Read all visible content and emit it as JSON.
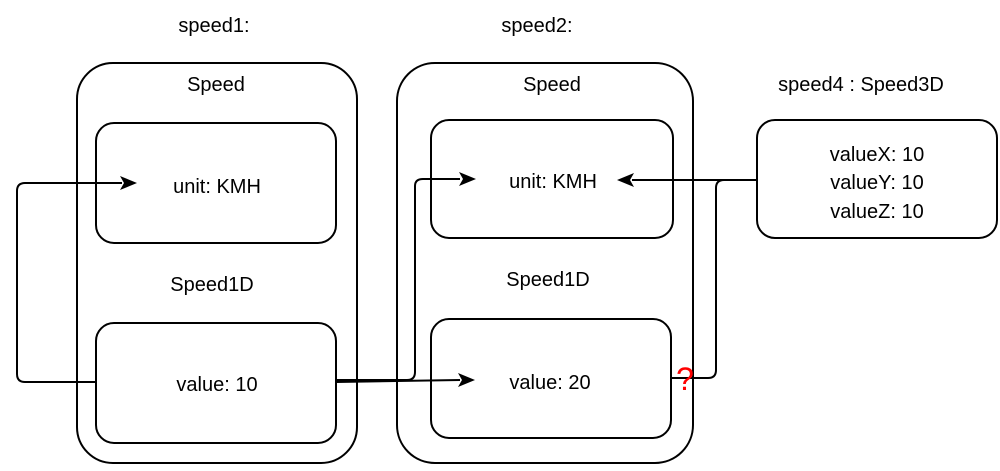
{
  "speed1": {
    "instance_label": "speed1:",
    "class_label": "Speed",
    "unit_text": "unit: KMH",
    "subclass_label": "Speed1D",
    "value_text": "value: 10"
  },
  "speed2": {
    "instance_label": "speed2:",
    "class_label": "Speed",
    "unit_text": "unit: KMH",
    "subclass_label": "Speed1D",
    "value_text": "value: 20"
  },
  "speed4": {
    "instance_label": "speed4 : Speed3D",
    "values": [
      "valueX: 10",
      "valueY: 10",
      "valueZ: 10"
    ]
  },
  "question_mark": "?",
  "colors": {
    "question_mark": "#ff0000",
    "stroke": "#000000",
    "background": "#ffffff"
  }
}
